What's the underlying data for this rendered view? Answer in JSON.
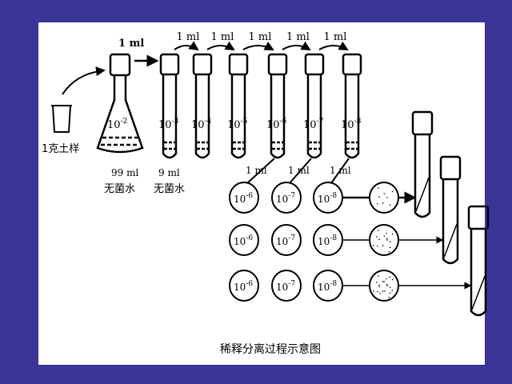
{
  "colors": {
    "background": "#3a3596",
    "panel": "#ffffff",
    "ink": "#000000"
  },
  "soil_label": "1克土样",
  "flask": {
    "volume": "99 ml",
    "liquid": "无菌水",
    "dilution_base": "10",
    "dilution_exp": "-2"
  },
  "tube_water": {
    "volume": "9 ml",
    "liquid": "无菌水"
  },
  "transfer_flask": "1 ml",
  "transfers": [
    "1 ml",
    "1 ml",
    "1 ml",
    "1 ml",
    "1 ml"
  ],
  "tubes": [
    {
      "base": "10",
      "exp": "-3"
    },
    {
      "base": "10",
      "exp": "-4"
    },
    {
      "base": "10",
      "exp": "-5"
    },
    {
      "base": "10",
      "exp": "-6"
    },
    {
      "base": "10",
      "exp": "-7"
    },
    {
      "base": "10",
      "exp": "-8"
    }
  ],
  "plate_transfers": [
    "1 ml",
    "1 ml",
    "1 ml"
  ],
  "plates": [
    [
      {
        "base": "10",
        "exp": "-6"
      },
      {
        "base": "10",
        "exp": "-7"
      },
      {
        "base": "10",
        "exp": "-8"
      }
    ],
    [
      {
        "base": "10",
        "exp": "-6"
      },
      {
        "base": "10",
        "exp": "-7"
      },
      {
        "base": "10",
        "exp": "-8"
      }
    ],
    [
      {
        "base": "10",
        "exp": "-6"
      },
      {
        "base": "10",
        "exp": "-7"
      },
      {
        "base": "10",
        "exp": "-8"
      }
    ]
  ],
  "caption": "稀释分离过程示意图"
}
